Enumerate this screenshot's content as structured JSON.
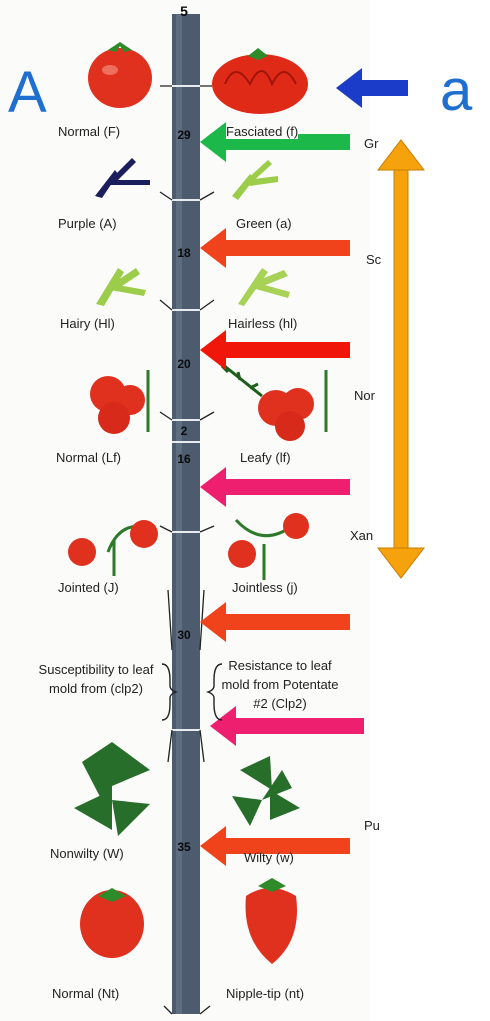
{
  "allele_letters": {
    "dominant": "A",
    "recessive": "a"
  },
  "chromosome": {
    "number": "5",
    "segments": [
      "29",
      "18",
      "20",
      "2",
      "16",
      "30",
      "35"
    ]
  },
  "traits": [
    {
      "dominant": "Normal (F)",
      "recessive": "Fasciated (f)"
    },
    {
      "dominant": "Purple (A)",
      "recessive": "Green (a)"
    },
    {
      "dominant": "Hairy (Hl)",
      "recessive": "Hairless (hl)"
    },
    {
      "dominant": "Normal (Lf)",
      "recessive": "Leafy (lf)"
    },
    {
      "dominant": "Jointed (J)",
      "recessive": "Jointless (j)"
    },
    {
      "dominant": "Susceptibility to leaf mold from (clp2)",
      "recessive": "Resistance to leaf mold from Potentate #2 (Clp2)"
    },
    {
      "dominant": "Nonwilty (W)",
      "recessive": "Wilty (w)"
    },
    {
      "dominant": "Normal (Nt)",
      "recessive": "Nipple-tip (nt)"
    }
  ],
  "cutoff_text": [
    "Gr",
    "Sc",
    "Nor",
    "Xan",
    "Pu"
  ],
  "colors": {
    "chromosome": "#4a5a6c",
    "blue_arrow": "#1a3cc8",
    "green_arrow": "#1db84a",
    "red_arrow": "#f0431c",
    "pink_arrow": "#ee1f6e",
    "orange_arrow": "#f5a20c",
    "letters": "#1e6fd0"
  }
}
